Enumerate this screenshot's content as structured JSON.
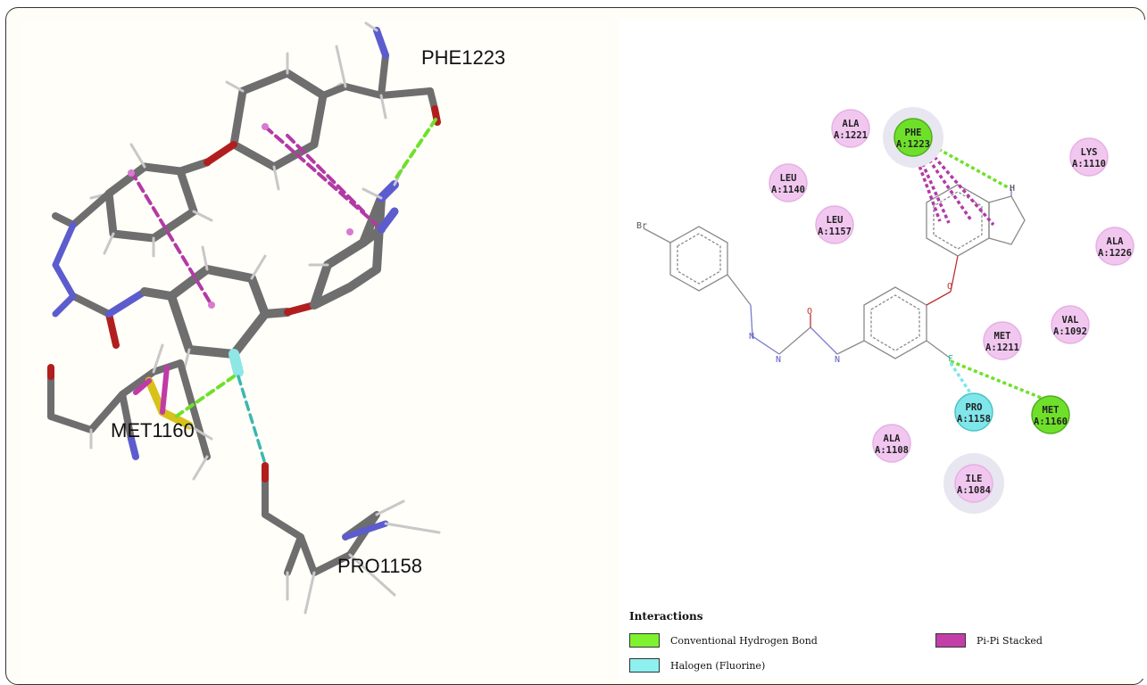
{
  "left_panel": {
    "residue_labels": [
      {
        "id": "phe",
        "text": "PHE1223"
      },
      {
        "id": "met",
        "text": "MET1160"
      },
      {
        "id": "pro",
        "text": "PRO1158"
      }
    ]
  },
  "right_panel": {
    "atom_labels": {
      "br": "Br",
      "o1": "O",
      "o2": "O",
      "n1": "N",
      "n2": "N",
      "n3": "N",
      "h": "H",
      "f": "F"
    },
    "residues": [
      {
        "id": "ala1221",
        "name": "ALA",
        "num": "A:1221",
        "type": "pi"
      },
      {
        "id": "phe1223",
        "name": "PHE",
        "num": "A:1223",
        "type": "hbond"
      },
      {
        "id": "lys1110",
        "name": "LYS",
        "num": "A:1110",
        "type": "pi"
      },
      {
        "id": "leu1140",
        "name": "LEU",
        "num": "A:1140",
        "type": "pi"
      },
      {
        "id": "leu1157",
        "name": "LEU",
        "num": "A:1157",
        "type": "pi"
      },
      {
        "id": "ala1226",
        "name": "ALA",
        "num": "A:1226",
        "type": "pi"
      },
      {
        "id": "met1211",
        "name": "MET",
        "num": "A:1211",
        "type": "pi"
      },
      {
        "id": "val1092",
        "name": "VAL",
        "num": "A:1092",
        "type": "pi"
      },
      {
        "id": "pro1158",
        "name": "PRO",
        "num": "A:1158",
        "type": "halogen"
      },
      {
        "id": "met1160",
        "name": "MET",
        "num": "A:1160",
        "type": "hbond"
      },
      {
        "id": "ala1108",
        "name": "ALA",
        "num": "A:1108",
        "type": "pi"
      },
      {
        "id": "ile1084",
        "name": "ILE",
        "num": "A:1084",
        "type": "pi"
      }
    ]
  },
  "legend": {
    "title": "Interactions",
    "items": [
      {
        "label": "Conventional Hydrogen Bond",
        "color": "#7ef22e"
      },
      {
        "label": "Halogen (Fluorine)",
        "color": "#8ff0f0"
      },
      {
        "label": "Pi-Pi Stacked",
        "color": "#c23fa8"
      }
    ]
  },
  "colors": {
    "hbond": "#6fe02a",
    "halogen": "#7fe6ea",
    "pi_stacked": "#b23aa6",
    "pi_alkyl": "#f1c7f0",
    "stick_gray": "#6e6e6e",
    "nitrogen": "#5c5ccf",
    "oxygen": "#b21e1e",
    "sulfur": "#d8c21a"
  }
}
